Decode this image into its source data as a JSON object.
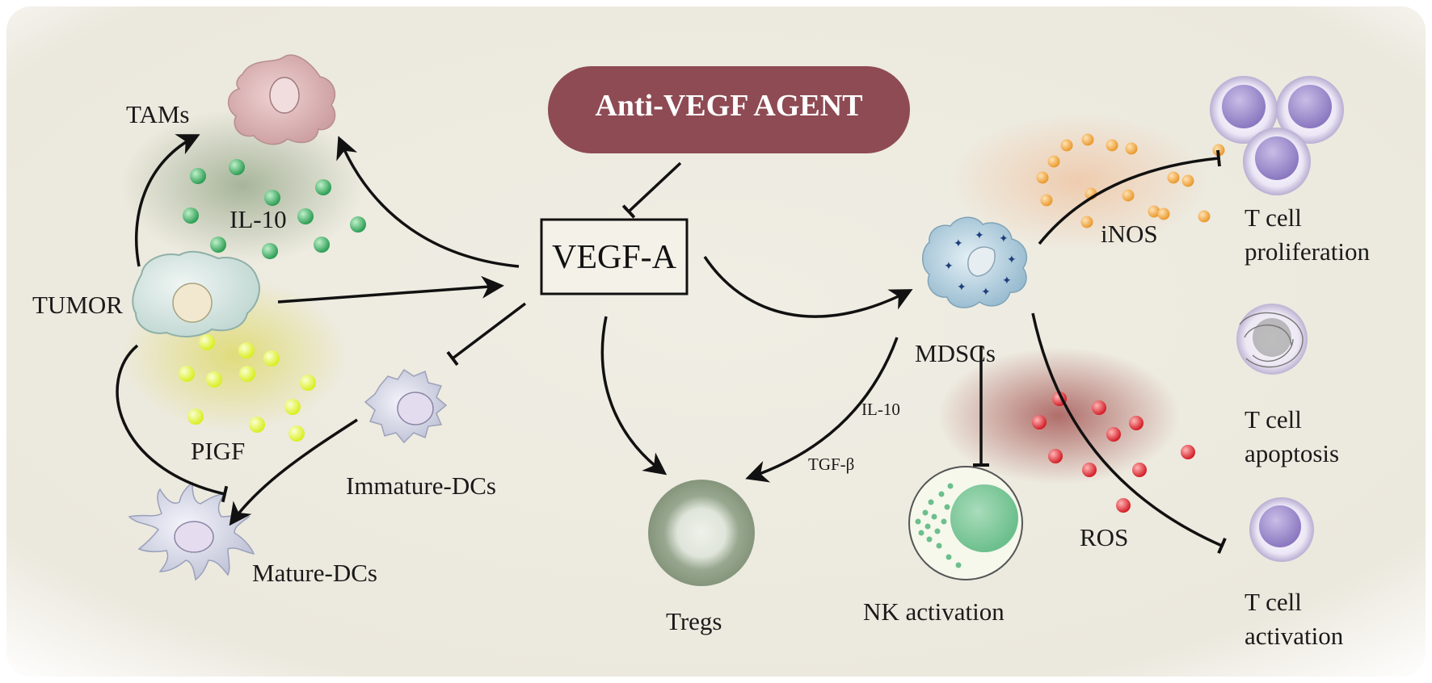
{
  "banner": {
    "label": "Anti-VEGF AGENT",
    "color": "#8e4b54"
  },
  "center": {
    "label": "VEGF-A"
  },
  "labels": {
    "tams": "TAMs",
    "il10_cluster": "IL-10",
    "tumor": "TUMOR",
    "pigf": "PIGF",
    "immature_dcs": "Immature-DCs",
    "mature_dcs": "Mature-DCs",
    "tregs": "Tregs",
    "mdscs": "MDSCs",
    "il10_arrow": "IL-10",
    "tgfb_arrow": "TGF-β",
    "nk_activation": "NK activation",
    "inos": "iNOS",
    "ros": "ROS",
    "t_prolif_line1": "T cell",
    "t_prolif_line2": "proliferation",
    "t_apop_line1": "T cell",
    "t_apop_line2": "apoptosis",
    "t_act_line1": "T cell",
    "t_act_line2": "activation"
  },
  "colors": {
    "background": "#efede3",
    "il10_particles": "#2e9e55",
    "pigf_particles": "#e3f23a",
    "inos_particles": "#efa23b",
    "ros_particles": "#d8242f",
    "t_cells": "#8e7cc3",
    "tregs": "#8c9c84",
    "mdsc": "#a6c4d6",
    "tam": "#d9aeb1",
    "tumor": "#d8e7e3",
    "nk": "#7fc79c"
  }
}
